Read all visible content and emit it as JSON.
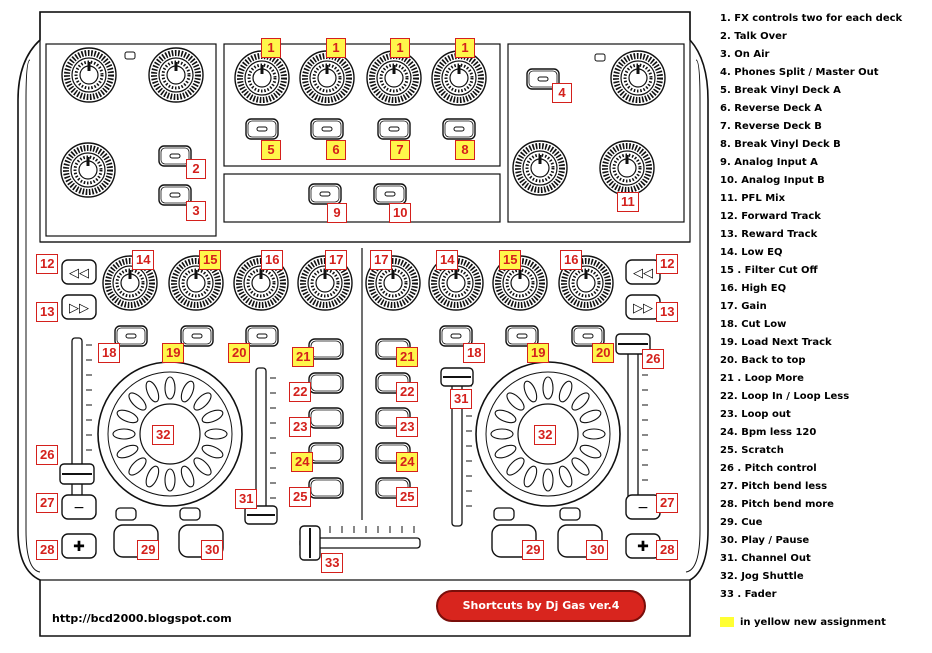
{
  "legend": [
    "1. FX controls two for each deck",
    "2. Talk Over",
    "3. On Air",
    "4. Phones Split / Master Out",
    "5. Break Vinyl Deck A",
    "6. Reverse Deck A",
    "7. Reverse Deck B",
    "8. Break Vinyl Deck B",
    "9. Analog Input A",
    "10. Analog Input B",
    "11. PFL Mix",
    "12. Forward Track",
    "13. Reward Track",
    "14. Low EQ",
    "15 . Filter Cut Off",
    "16. High EQ",
    "17. Gain",
    "18. Cut Low",
    "19. Load Next Track",
    "20. Back to top",
    "21 . Loop More",
    "22. Loop In / Loop Less",
    "23. Loop out",
    "24. Bpm less 120",
    "25. Scratch",
    "26 . Pitch control",
    "27. Pitch bend less",
    "28. Pitch bend more",
    "29. Cue",
    "30. Play / Pause",
    "31. Channel Out",
    "32. Jog Shuttle",
    "33 . Fader"
  ],
  "url": "http://bcd2000.blogspot.com",
  "credit": "Shortcuts by Dj Gas ver.4",
  "note": "in yellow new assignment",
  "highlight_color": "#ffff33",
  "callout_color": "#d4201c",
  "callouts": [
    {
      "n": "1",
      "y": true
    },
    {
      "n": "1",
      "y": true
    },
    {
      "n": "1",
      "y": true
    },
    {
      "n": "1",
      "y": true
    },
    {
      "n": "2",
      "y": false
    },
    {
      "n": "3",
      "y": false
    },
    {
      "n": "4",
      "y": false
    },
    {
      "n": "5",
      "y": true
    },
    {
      "n": "6",
      "y": true
    },
    {
      "n": "7",
      "y": true
    },
    {
      "n": "8",
      "y": true
    },
    {
      "n": "9",
      "y": false
    },
    {
      "n": "10",
      "y": false
    },
    {
      "n": "11",
      "y": false
    },
    {
      "n": "12",
      "y": false
    },
    {
      "n": "13",
      "y": false
    },
    {
      "n": "14",
      "y": false
    },
    {
      "n": "15",
      "y": true
    },
    {
      "n": "16",
      "y": false
    },
    {
      "n": "17",
      "y": false
    },
    {
      "n": "17",
      "y": false
    },
    {
      "n": "14",
      "y": false
    },
    {
      "n": "15",
      "y": true
    },
    {
      "n": "16",
      "y": false
    },
    {
      "n": "12",
      "y": false
    },
    {
      "n": "13",
      "y": false
    },
    {
      "n": "18",
      "y": false
    },
    {
      "n": "19",
      "y": true
    },
    {
      "n": "20",
      "y": true
    },
    {
      "n": "21",
      "y": true
    },
    {
      "n": "21",
      "y": true
    },
    {
      "n": "18",
      "y": false
    },
    {
      "n": "19",
      "y": true
    },
    {
      "n": "20",
      "y": true
    },
    {
      "n": "26",
      "y": false
    },
    {
      "n": "22",
      "y": false
    },
    {
      "n": "22",
      "y": false
    },
    {
      "n": "31",
      "y": false
    },
    {
      "n": "32",
      "y": false
    },
    {
      "n": "32",
      "y": false
    },
    {
      "n": "23",
      "y": false
    },
    {
      "n": "23",
      "y": false
    },
    {
      "n": "26",
      "y": false
    },
    {
      "n": "24",
      "y": true
    },
    {
      "n": "24",
      "y": true
    },
    {
      "n": "25",
      "y": false
    },
    {
      "n": "25",
      "y": false
    },
    {
      "n": "31",
      "y": false
    },
    {
      "n": "27",
      "y": false
    },
    {
      "n": "27",
      "y": false
    },
    {
      "n": "28",
      "y": false
    },
    {
      "n": "29",
      "y": false
    },
    {
      "n": "30",
      "y": false
    },
    {
      "n": "29",
      "y": false
    },
    {
      "n": "30",
      "y": false
    },
    {
      "n": "28",
      "y": false
    },
    {
      "n": "33",
      "y": false
    }
  ]
}
